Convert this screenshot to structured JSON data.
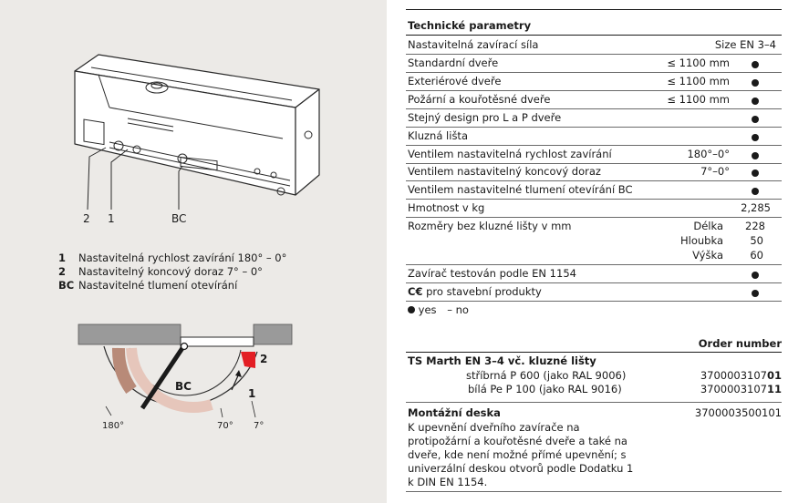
{
  "legend": [
    {
      "key": "1",
      "text": "Nastavitelná rychlost zavírání 180° – 0°"
    },
    {
      "key": "2",
      "text": "Nastavitelný koncový doraz 7° – 0°"
    },
    {
      "key": "BC",
      "text": "Nastavitelné tlumení otevírání"
    }
  ],
  "device_labels": {
    "l2": "2",
    "l1": "1",
    "bc": "BC"
  },
  "diagram_labels": {
    "bc": "BC",
    "a180": "180°",
    "a70": "70°",
    "a7": "7°",
    "n1": "1",
    "n2": "2"
  },
  "spec": {
    "title": "Technické parametry",
    "rows": [
      {
        "label": "Nastavitelná zavírací síla",
        "value": "Size  EN 3–4",
        "dot": false
      },
      {
        "label": "Standardní dveře",
        "value": "≤ 1100 mm",
        "dot": true
      },
      {
        "label": "Exteriérové dveře",
        "value": "≤ 1100 mm",
        "dot": true
      },
      {
        "label": "Požární a kouřotěsné dveře",
        "value": "≤ 1100 mm",
        "dot": true
      },
      {
        "label": "Stejný design pro L a P dveře",
        "value": "",
        "dot": true
      },
      {
        "label": "Kluzná lišta",
        "value": "",
        "dot": true
      },
      {
        "label": "Ventilem nastavitelná rychlost zavírání",
        "value": "180°–0°",
        "dot": true
      },
      {
        "label": "Ventilem nastavitelný koncový doraz",
        "value": "7°–0°",
        "dot": true
      },
      {
        "label": "Ventilem nastavitelné tlumení otevírání BC",
        "value": "",
        "dot": true
      },
      {
        "label": "Hmotnost v kg",
        "value": "2,285",
        "dot": false
      }
    ],
    "dimensions": {
      "label": "Rozměry bez kluzné lišty v mm",
      "items": [
        {
          "name": "Délka",
          "value": "228"
        },
        {
          "name": "Hloubka",
          "value": "50"
        },
        {
          "name": "Výška",
          "value": "60"
        }
      ]
    },
    "tested": "Zavírač testován podle EN 1154",
    "ce_mark": "C€",
    "ce_text": "pro stavební produkty",
    "key_yes": "yes",
    "key_no": "– no"
  },
  "order": {
    "header": "Order number",
    "product_title": "TS Marth EN 3–4 vč. kluzné lišty",
    "variants": [
      {
        "name": "stříbrná  P  600  (jako  RAL  9006)",
        "num_base": "3700003107",
        "num_suffix": "01"
      },
      {
        "name": "bílá Pe P 100 (jako RAL 9016)",
        "num_base": "3700003107",
        "num_suffix": "11"
      }
    ],
    "plate_title": "Montážní deska",
    "plate_number": "3700003500101",
    "plate_desc": [
      "K upevnění dveřního zavírače na",
      "protipožární a kouřotěsné dveře a také na",
      "dveře, kde není možné přímé upevnění; s",
      "univerzální deskou otvorů podle Dodatku 1",
      "k DIN EN 1154."
    ]
  }
}
